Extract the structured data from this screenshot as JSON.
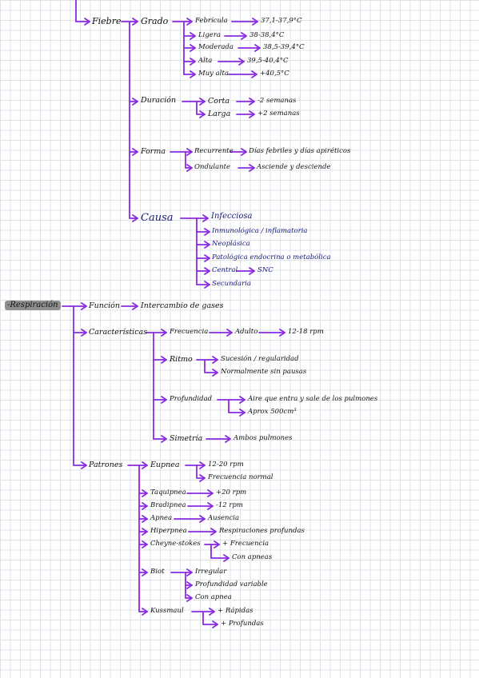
{
  "colors": {
    "arrow": "#8a2be2",
    "grid": "#dfe3e8",
    "ink": "#101010",
    "blue_ink": "#16187a",
    "highlight": "#8f8f8f"
  },
  "fiebre": {
    "label": "Fiebre",
    "grado": {
      "label": "Grado",
      "items": [
        {
          "label": "Febrícula",
          "value": "37,1-37,9°C"
        },
        {
          "label": "Ligera",
          "value": "38-38,4°C"
        },
        {
          "label": "Moderada",
          "value": "38,5-39,4°C"
        },
        {
          "label": "Alta",
          "value": "39,5-40,4°C"
        },
        {
          "label": "Muy alta",
          "value": "+40,5°C"
        }
      ]
    },
    "duracion": {
      "label": "Duración",
      "items": [
        {
          "label": "Corta",
          "value": "-2 semanas"
        },
        {
          "label": "Larga",
          "value": "+2 semanas"
        }
      ]
    },
    "forma": {
      "label": "Forma",
      "items": [
        {
          "label": "Recurrente",
          "value": "Días febriles y días apiréticos"
        },
        {
          "label": "Ondulante",
          "value": "Asciende y desciende"
        }
      ]
    },
    "causa": {
      "label": "Causa",
      "items": [
        "Infecciosa",
        "Inmunológica / inflamatoria",
        "Neoplásica",
        "Patológica endocrina o metabólica",
        "Central",
        "Secundaria"
      ],
      "central_value": "SNC"
    }
  },
  "respiracion": {
    "label": "-Respiración",
    "funcion": {
      "label": "Función",
      "value": "Intercambio de gases"
    },
    "caracteristicas": {
      "label": "Características",
      "frecuencia": {
        "label": "Frecuencia",
        "sub": "Adulto",
        "value": "12-18 rpm"
      },
      "ritmo": {
        "label": "Ritmo",
        "items": [
          "Sucesión / regularidad",
          "Normalmente sin pausas"
        ]
      },
      "profundidad": {
        "label": "Profundidad",
        "items": [
          "Aire que entra y sale de los pulmones",
          "Aprox 500cm³"
        ]
      },
      "simetria": {
        "label": "Simetría",
        "value": "Ambos pulmones"
      }
    },
    "patrones": {
      "label": "Patrones",
      "eupnea": {
        "label": "Eupnea",
        "items": [
          "12-20 rpm",
          "Frecuencia normal"
        ]
      },
      "taquipnea": {
        "label": "Taquipnea",
        "value": "+20 rpm"
      },
      "bradipnea": {
        "label": "Bradipnea",
        "value": "-12 rpm"
      },
      "apnea": {
        "label": "Apnea",
        "value": "Ausencia"
      },
      "hiperpnea": {
        "label": "Hiperpnea",
        "value": "Respiraciones profundas"
      },
      "cheyne": {
        "label": "Cheyne-stokes",
        "items": [
          "+ Frecuencia",
          "Con apneas"
        ]
      },
      "biot": {
        "label": "Biot",
        "items": [
          "Irregular",
          "Profundidad variable",
          "Con apnea"
        ]
      },
      "kussmaul": {
        "label": "Kussmaul",
        "items": [
          "+ Rápidas",
          "+ Profundas"
        ]
      }
    }
  }
}
